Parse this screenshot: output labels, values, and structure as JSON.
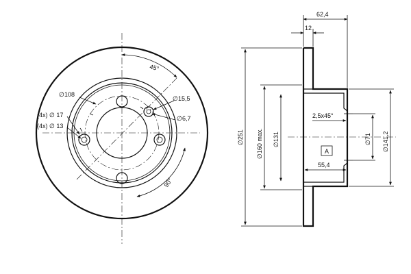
{
  "front_view": {
    "angle_top": "45°",
    "angle_bottom": "90°",
    "pcd": "108",
    "hole_large": "(4x) ∅ 17",
    "hole_small": "(4x) ∅ 13",
    "pin_hole_outer": "15,5",
    "pin_hole_inner": "6,7"
  },
  "side_view": {
    "total_height": "62,4",
    "disc_thickness": "12",
    "outer_diameter": "251",
    "max_diameter": "160 max.",
    "hat_diameter": "131",
    "chamfer": "2,5x45°",
    "center_bore": "71",
    "hat_outer": "141,2",
    "hat_depth": "55,4",
    "datum": "A"
  }
}
